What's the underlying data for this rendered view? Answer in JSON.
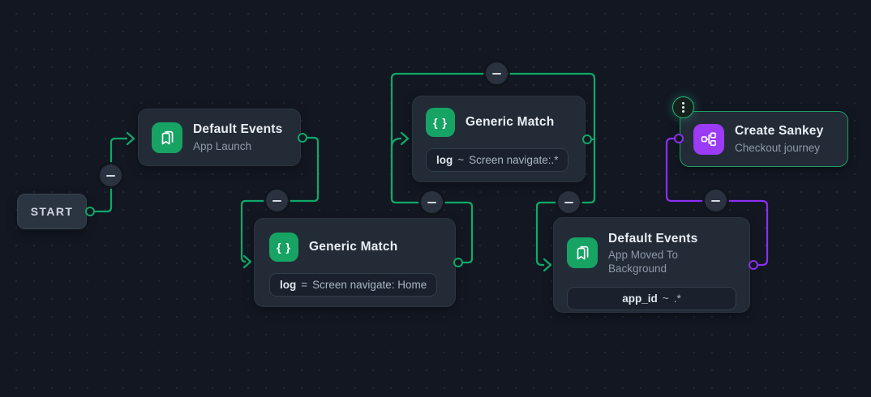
{
  "colors": {
    "canvas_bg": "#121722",
    "node_bg": "#232b36",
    "wire_green": "#0fa968",
    "wire_purple": "#8b2ff0",
    "icon_green": "#17a364",
    "icon_purple": "#9b3bf5"
  },
  "icons": {
    "default_events": "bookmarks-icon",
    "generic_match": "braces-icon",
    "create_sankey": "workflow-icon",
    "remove_handle": "minus-icon",
    "options_handle": "kebab-vertical-icon",
    "braces_glyph": "{ }"
  },
  "nodes": {
    "start": {
      "label": "START"
    },
    "default_events_launch": {
      "title": "Default Events",
      "subtitle": "App Launch"
    },
    "generic_match_home": {
      "title": "Generic Match",
      "filter": {
        "key": "log",
        "op": "=",
        "value": "Screen navigate: Home"
      }
    },
    "generic_match_any": {
      "title": "Generic Match",
      "filter": {
        "key": "log",
        "op": "~",
        "value": "Screen navigate:.*"
      }
    },
    "default_events_background": {
      "title": "Default Events",
      "subtitle": "App Moved To Background",
      "filter": {
        "key": "app_id",
        "op": "~",
        "value": ".*"
      }
    },
    "create_sankey": {
      "title": "Create Sankey",
      "subtitle": "Checkout journey"
    }
  }
}
